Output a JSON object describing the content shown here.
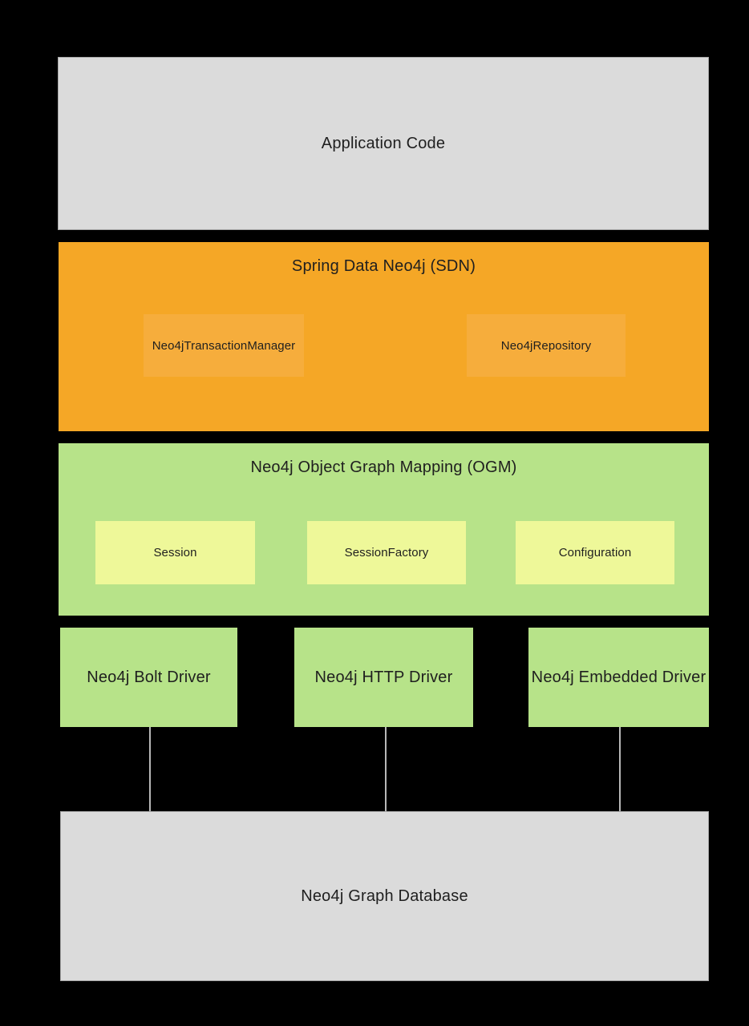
{
  "colors": {
    "background": "#000000",
    "gray_box": "#dbdbdb",
    "gray_border": "#a6a6a6",
    "orange": "#f5a726",
    "orange_inner": "#f6ad3c",
    "green": "#b7e389",
    "yellow_inner": "#eef899",
    "connector": "#b8b8b8",
    "text": "#1f1f1f"
  },
  "layers": {
    "application": {
      "label": "Application Code"
    },
    "sdn": {
      "title": "Spring Data Neo4j (SDN)",
      "components": [
        {
          "label": "Neo4jTransactionManager"
        },
        {
          "label": "Neo4jRepository"
        }
      ]
    },
    "ogm": {
      "title": "Neo4j Object Graph Mapping (OGM)",
      "components": [
        {
          "label": "Session"
        },
        {
          "label": "SessionFactory"
        },
        {
          "label": "Configuration"
        }
      ]
    },
    "drivers": [
      {
        "label": "Neo4j Bolt Driver"
      },
      {
        "label": "Neo4j HTTP Driver"
      },
      {
        "label": "Neo4j Embedded Driver"
      }
    ],
    "database": {
      "label": "Neo4j Graph Database"
    }
  }
}
